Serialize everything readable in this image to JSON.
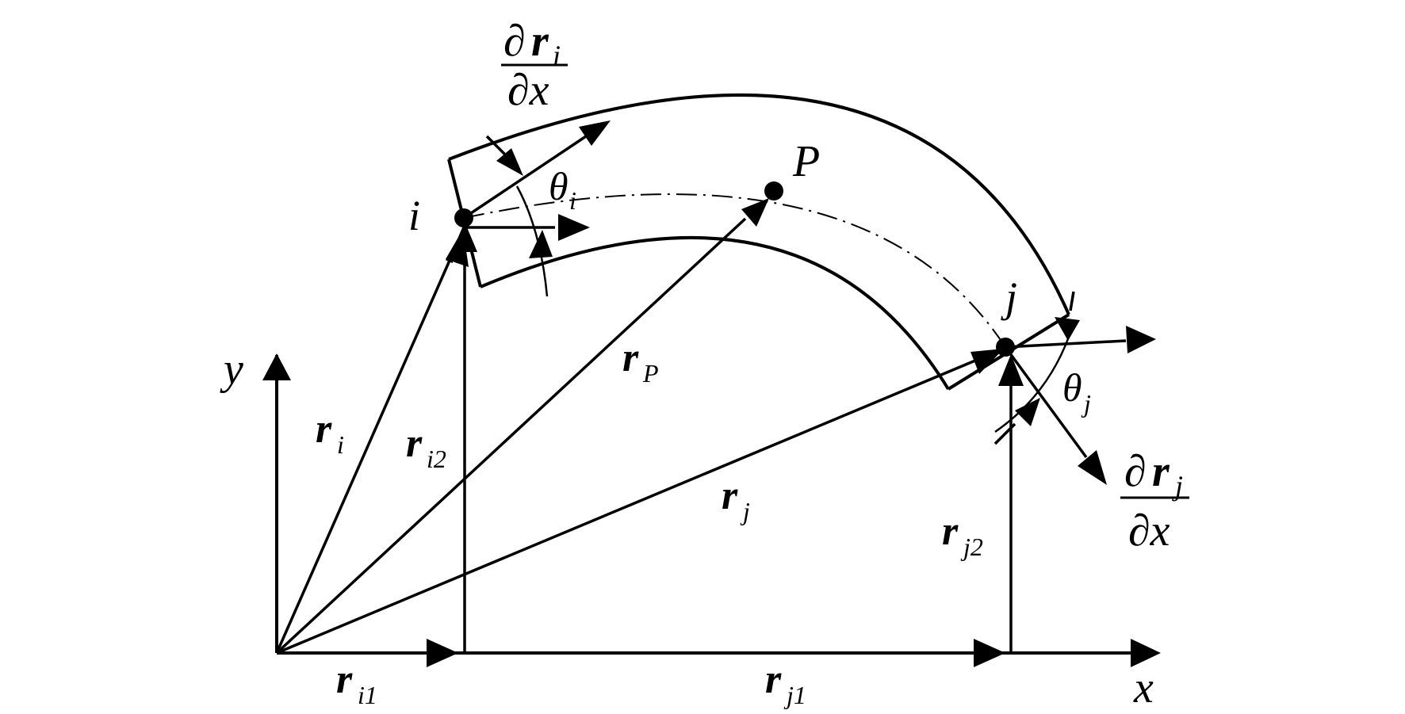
{
  "labels": {
    "i": "i",
    "j": "j",
    "P": "P",
    "x_axis": "x",
    "y_axis": "y",
    "r": "r",
    "r_sub_i": "i",
    "r_sub_i1": "i1",
    "r_sub_i2": "i2",
    "r_sub_j": "j",
    "r_sub_j1": "j1",
    "r_sub_j2": "j2",
    "r_sub_P": "P",
    "theta": "θ",
    "theta_sub_i": "i",
    "theta_sub_j": "j",
    "partial": "∂",
    "dx": "∂x"
  }
}
